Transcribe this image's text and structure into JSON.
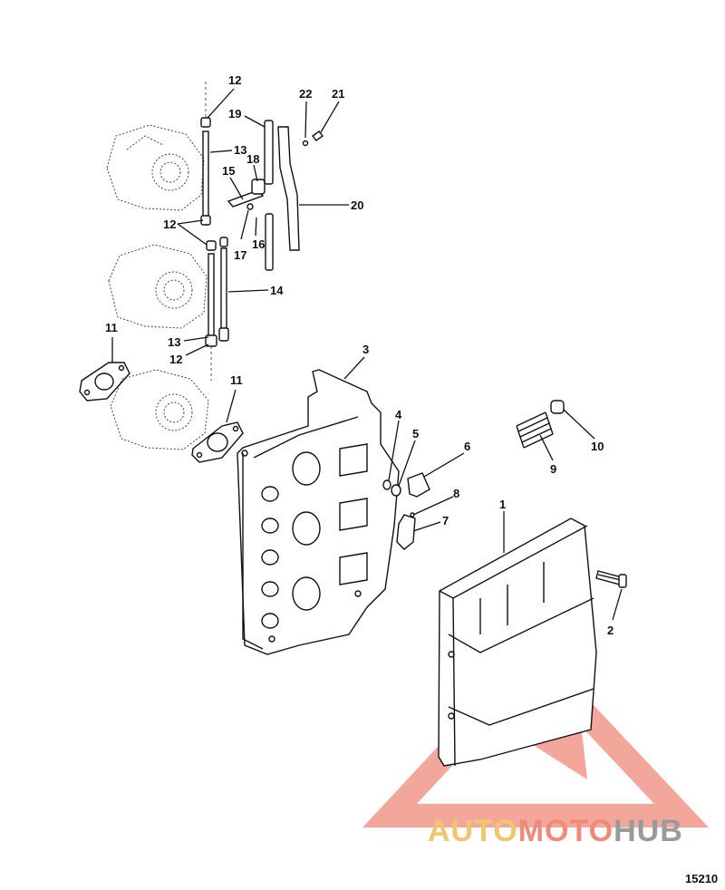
{
  "diagram": {
    "callouts": [
      "12",
      "13",
      "15",
      "18",
      "19",
      "22",
      "21",
      "20",
      "12",
      "16",
      "17",
      "14",
      "13",
      "12",
      "11",
      "11",
      "3",
      "4",
      "5",
      "6",
      "8",
      "7",
      "1",
      "2",
      "9",
      "10"
    ],
    "document_number": "15210"
  },
  "watermark": {
    "part1": "AUTO",
    "part2": "MOTO",
    "part3": "HUB",
    "triangle_color": "#ef8a7a",
    "accent_yellow": "#f2c46d",
    "accent_gray": "#9a9a9a"
  }
}
